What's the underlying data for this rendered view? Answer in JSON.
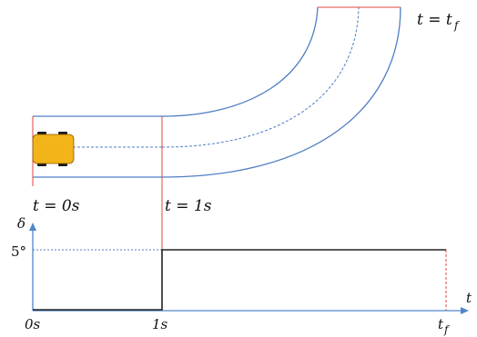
{
  "labels": {
    "t0": "t = 0s",
    "t1": "t = 1s",
    "tf": "t = t",
    "tf_sub": "f",
    "delta": "δ",
    "five_deg": "5°",
    "x0": "0s",
    "x1": "1s",
    "x_tf": "t",
    "x_tf_sub": "f",
    "t_axis": "t"
  },
  "colors": {
    "road": "#4f7ec4",
    "lane_dash": "#4f7ec4",
    "red_line": "#e0473f",
    "axis": "#4f86cc",
    "signal": "#222222",
    "car_body": "#f2b418",
    "car_outline": "#8a5b00",
    "car_wheel": "#1a1a1a"
  },
  "signal": {
    "step_value": "5°",
    "before": 0,
    "after": 5
  }
}
